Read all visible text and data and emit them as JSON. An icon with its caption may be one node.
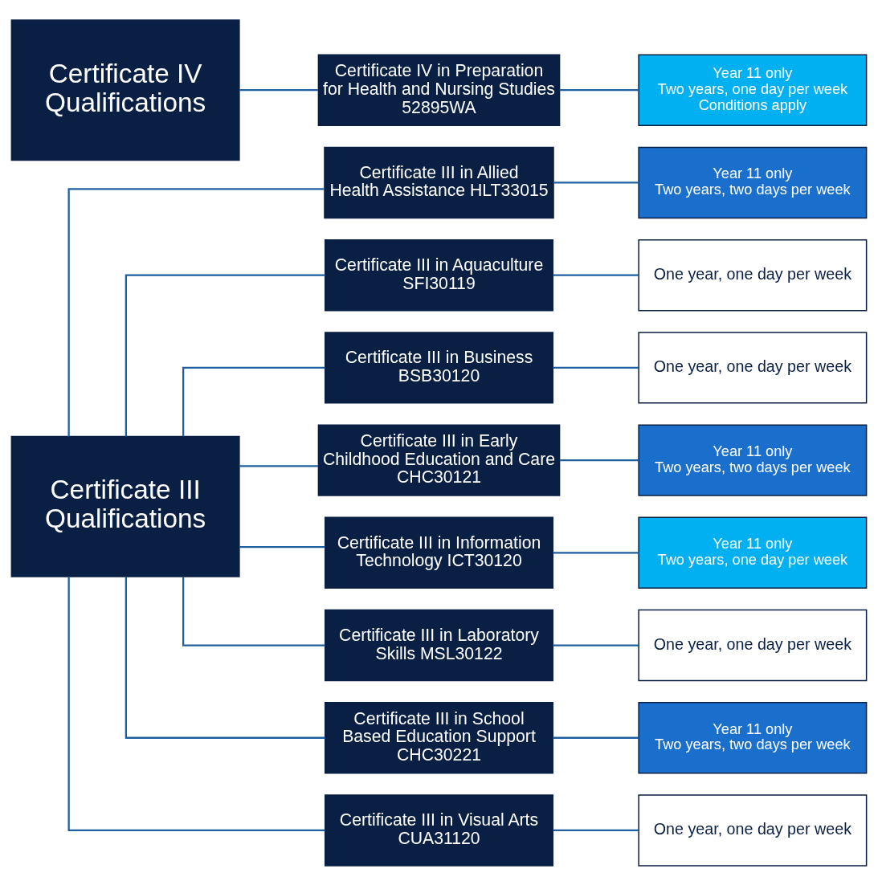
{
  "diagram": {
    "nodes": [
      {
        "text": [
          "Certificate III Qualifications"
        ]
      },
      {
        "text": [
          "Certificate III in Allied Health Assistance HLT33015"
        ]
      },
      {
        "text": [
          "Year 11 only",
          "Two years, two days per week"
        ]
      },
      {
        "text": [
          "Certificate III in Aquaculture SFI30119"
        ]
      },
      {
        "text": [
          "One year, one day per week"
        ]
      },
      {
        "text": [
          "Certificate III in Business BSB30120"
        ]
      },
      {
        "text": [
          "One year, one day per week"
        ]
      },
      {
        "text": [
          "Certificate III in Early Childhood Education and Care CHC30121"
        ]
      },
      {
        "text": [
          "Year 11 only",
          "Two years, two days per week"
        ]
      },
      {
        "text": [
          "Certificate III in Information Technology ICT30120"
        ]
      },
      {
        "text": [
          "Year 11 only",
          "Two years, one day per week"
        ]
      },
      {
        "text": [
          "Certificate III in Laboratory Skills MSL30122"
        ]
      },
      {
        "text": [
          "One year, one day per week"
        ]
      },
      {
        "text": [
          "Certificate III in School Based Education Support CHC30221"
        ]
      },
      {
        "text": [
          "Year 11 only",
          "Two years, two days per week"
        ]
      },
      {
        "text": [
          "Certificate III in Visual Arts CUA31120"
        ]
      },
      {
        "text": [
          "One year, one day per week"
        ]
      },
      {
        "text": [
          "Certificate IV Qualifications"
        ]
      },
      {
        "text": [
          "Certificate IV in Preparation for Health and Nursing Studies 52895WA"
        ]
      },
      {
        "text": [
          "Year 11 only",
          "Two years, one day per week",
          "Conditions apply"
        ]
      }
    ],
    "edges": [
      {
        "from": 0,
        "to": 1,
        "arrow": "none"
      },
      {
        "from": 0,
        "to": 3,
        "arrow": "none"
      },
      {
        "from": 0,
        "to": 5,
        "arrow": "none"
      },
      {
        "from": 0,
        "to": 7,
        "arrow": "none"
      },
      {
        "from": 0,
        "to": 9,
        "arrow": "none"
      },
      {
        "from": 0,
        "to": 11,
        "arrow": "none"
      },
      {
        "from": 0,
        "to": 13,
        "arrow": "none"
      },
      {
        "from": 0,
        "to": 15,
        "arrow": "none"
      },
      {
        "from": 1,
        "to": 2,
        "arrow": "none"
      },
      {
        "from": 3,
        "to": 4,
        "arrow": "none"
      },
      {
        "from": 5,
        "to": 6,
        "arrow": "none"
      },
      {
        "from": 7,
        "to": 8,
        "arrow": "none"
      },
      {
        "from": 9,
        "to": 10,
        "arrow": "none"
      },
      {
        "from": 11,
        "to": 12,
        "arrow": "none"
      },
      {
        "from": 13,
        "to": 14,
        "arrow": "none"
      },
      {
        "from": 15,
        "to": 16,
        "arrow": "none"
      },
      {
        "from": 17,
        "to": 18,
        "arrow": "none"
      },
      {
        "from": 18,
        "to": 19,
        "arrow": "none"
      }
    ]
  }
}
